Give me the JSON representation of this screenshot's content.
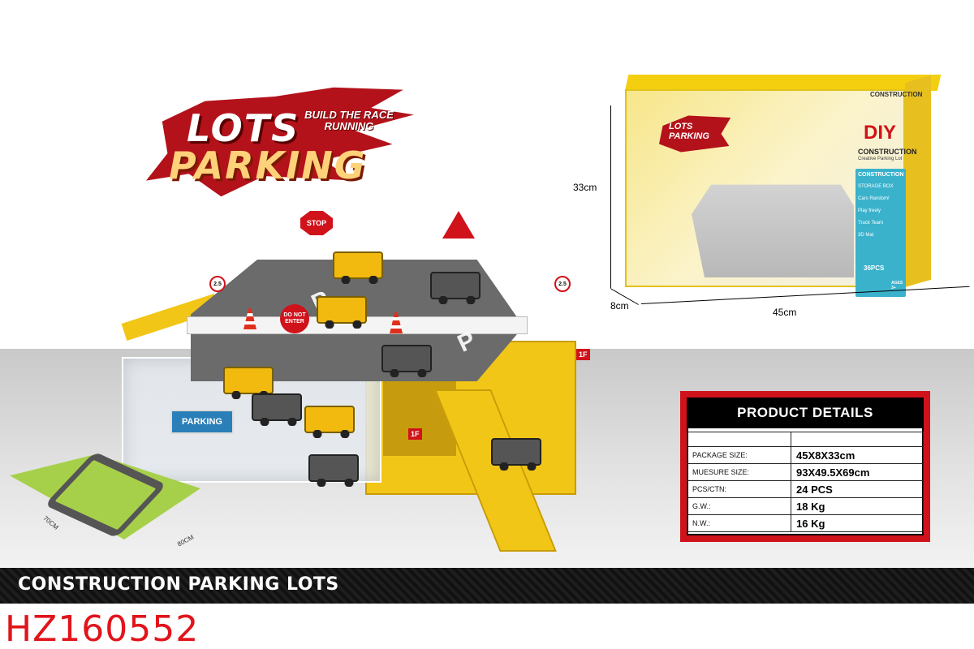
{
  "logo": {
    "line1": "LOTS",
    "line2": "PARKING",
    "tagline": "BUILD THE RACE RUNNING"
  },
  "box": {
    "logo": "LOTS PARKING",
    "brand": "CONSTRUCTION",
    "diy": "DIY",
    "title": "CONSTRUCTION",
    "subtitle": "Creative Parking Lot",
    "panel_title": "CONSTRUCTION",
    "features": [
      "STORAGE BOX",
      "Cars Random!",
      "Play freely",
      "Truck Team",
      "3D Mat"
    ],
    "count": "36PCS",
    "age": "AGES 3+"
  },
  "dimensions": {
    "height": "33cm",
    "depth": "8cm",
    "width": "45cm"
  },
  "playset": {
    "stop": "STOP",
    "no_entry": "DO NOT ENTER",
    "parking_tag": "PARKING",
    "level": "1F",
    "speed": "2.5",
    "p": "P"
  },
  "mat": {
    "side_a": "70CM",
    "side_b": "80CM"
  },
  "details": {
    "title": "PRODUCT DETAILS",
    "rows": [
      {
        "label": "PACKAGE SIZE:",
        "value": "45X8X33cm"
      },
      {
        "label": "MUESURE SIZE:",
        "value": "93X49.5X69cm"
      },
      {
        "label": "PCS/CTN:",
        "value": "24 PCS"
      },
      {
        "label": "G.W.:",
        "value": "18 Kg"
      },
      {
        "label": "N.W.:",
        "value": "16 Kg"
      }
    ]
  },
  "banner": "CONSTRUCTION PARKING LOTS",
  "model": "HZ160552",
  "colors": {
    "brand_red": "#d0121b",
    "yellow": "#f2c617",
    "banner": "#111111"
  }
}
